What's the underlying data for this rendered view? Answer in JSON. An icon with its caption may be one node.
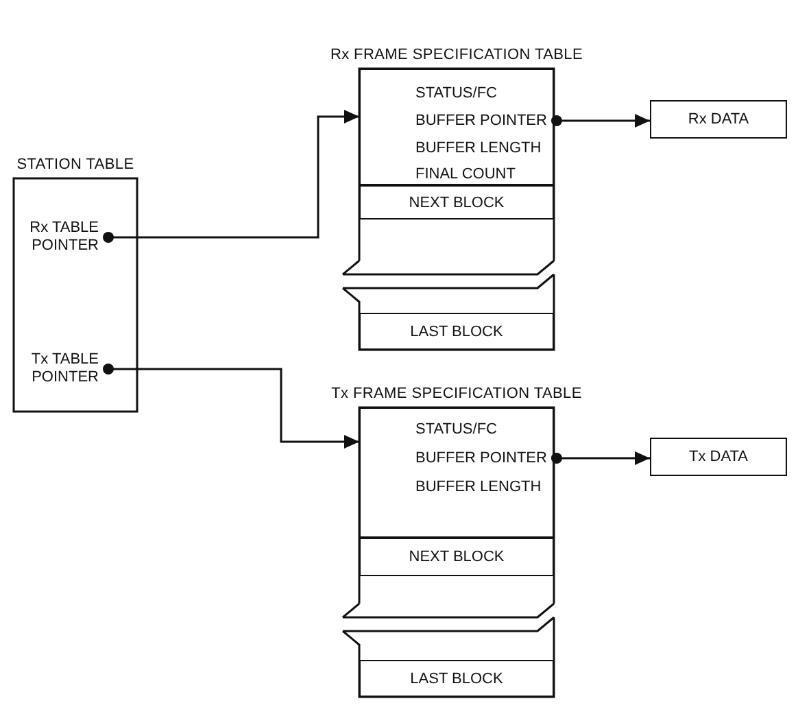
{
  "diagram": {
    "nodes": [
      {
        "text": [
          "STATION TABLE"
        ]
      },
      {
        "text": [
          "Rx TABLE POINTER"
        ],
        "in": 0
      },
      {
        "text": [
          "Tx TABLE POINTER"
        ],
        "in": 0
      },
      {
        "text": [
          "Rx FRAME SPECIFICATION TABLE"
        ]
      },
      {
        "text": [],
        "shape": "box",
        "in": 3
      },
      {
        "text": [
          "STATUS/FC"
        ],
        "in": 4
      },
      {
        "text": [
          "BUFFER POINTER"
        ],
        "in": 4
      },
      {
        "text": [
          "BUFFER LENGTH"
        ],
        "in": 4
      },
      {
        "text": [
          "FINAL COUNT"
        ],
        "in": 4
      },
      {
        "text": [
          "NEXT BLOCK"
        ],
        "in": 3
      },
      {
        "text": [
          "LAST BLOCK"
        ],
        "in": 3
      },
      {
        "text": [
          "Rx DATA"
        ]
      },
      {
        "text": [
          "Tx FRAME SPECIFICATION TABLE"
        ]
      },
      {
        "text": [],
        "shape": "box",
        "in": 12
      },
      {
        "text": [
          "STATUS/FC"
        ],
        "in": 13
      },
      {
        "text": [
          "BUFFER POINTER"
        ],
        "in": 13
      },
      {
        "text": [
          "BUFFER LENGTH"
        ],
        "in": 13
      },
      {
        "text": [
          "NEXT BLOCK"
        ],
        "in": 12
      },
      {
        "text": [
          "LAST BLOCK"
        ],
        "in": 12
      },
      {
        "text": [
          "Tx DATA"
        ]
      }
    ],
    "edges": [
      {
        "from": 1,
        "to": 4,
        "arrow": "to"
      },
      {
        "from": 6,
        "to": 11,
        "arrow": "to"
      },
      {
        "from": 2,
        "to": 13,
        "arrow": "to"
      },
      {
        "from": 15,
        "to": 19,
        "arrow": "to"
      }
    ]
  }
}
